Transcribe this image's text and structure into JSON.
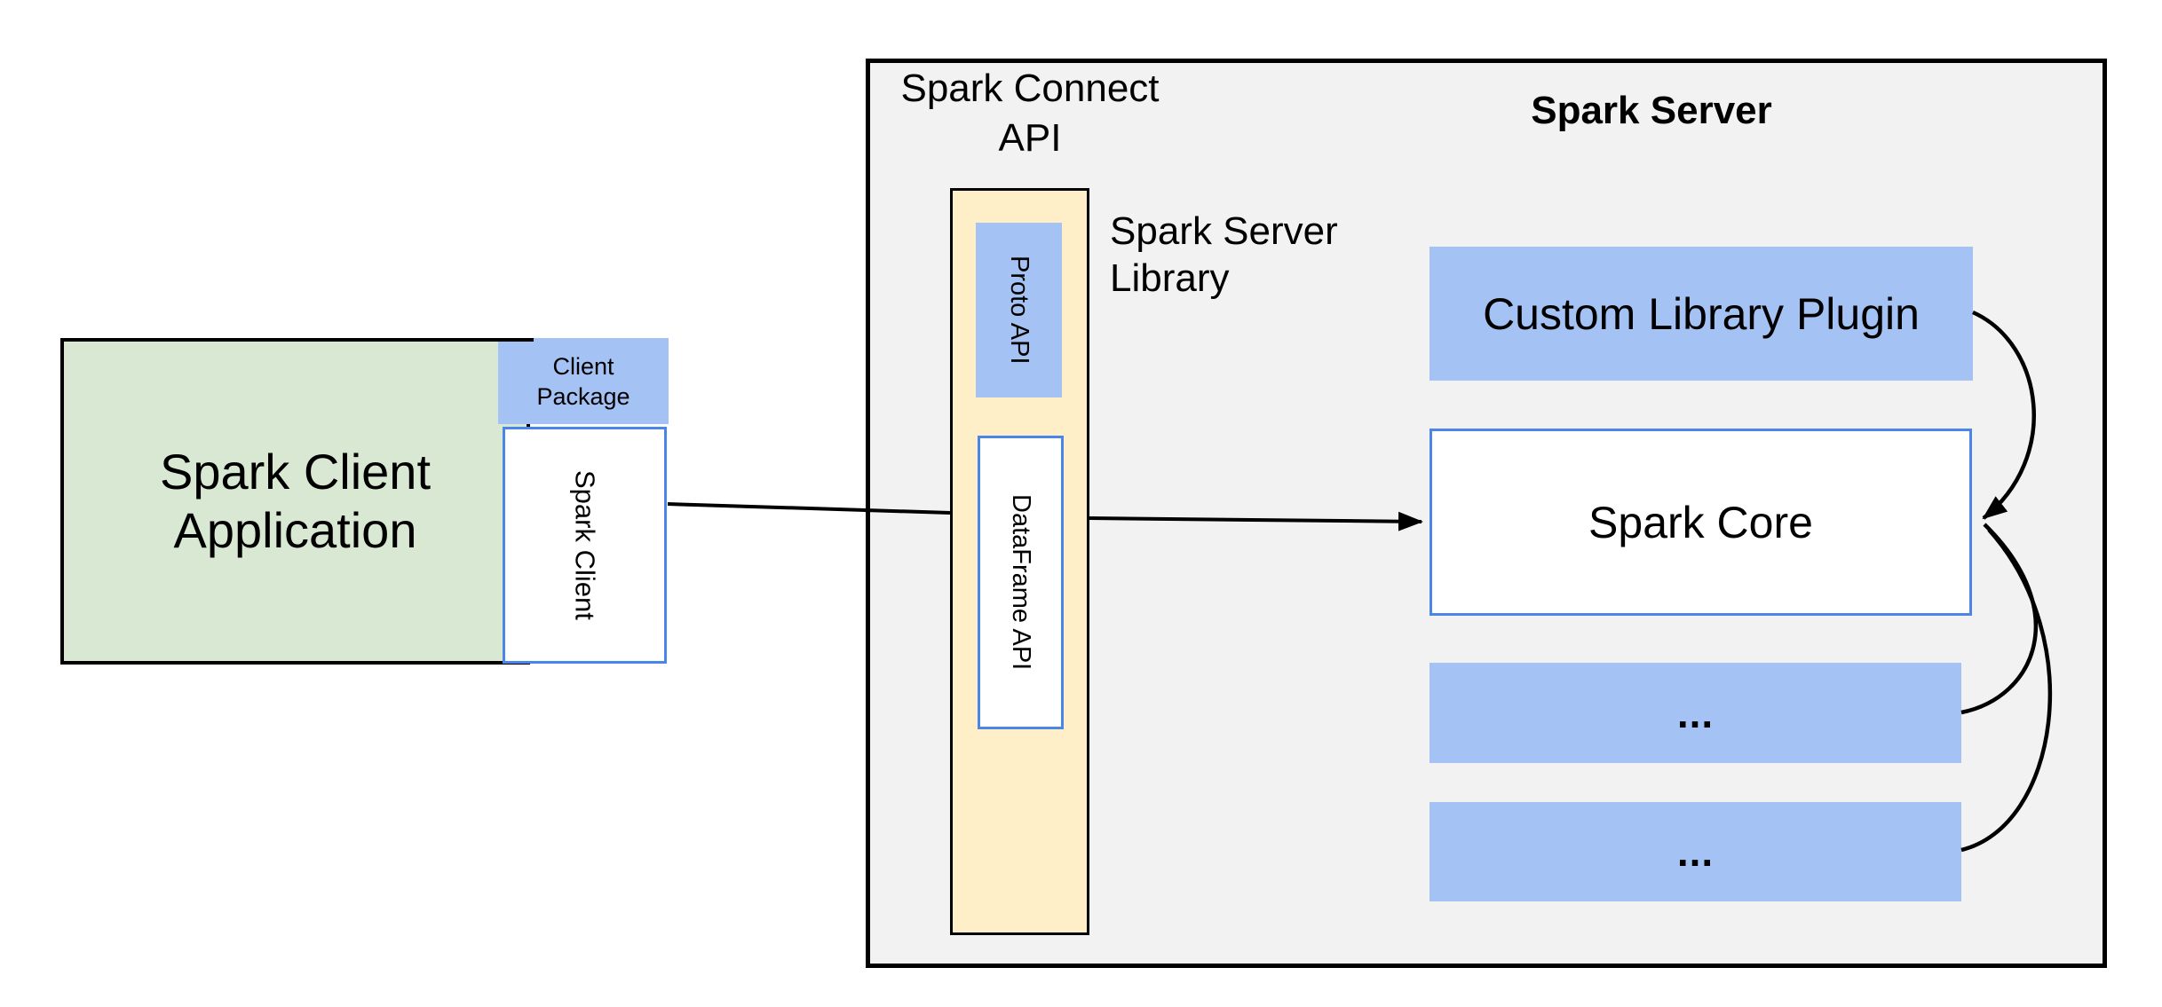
{
  "colors": {
    "green-fill": "#d9e8d2",
    "blue-fill": "#a4c2f4",
    "yellow-fill": "#feefc8",
    "panel-fill": "#f2f2f2",
    "blue-border": "#4a86e8",
    "line-color": "#000000"
  },
  "client": {
    "app_line1": "Spark Client",
    "app_line2": "Application",
    "package_label": "Client Package",
    "client_label": "Spark Client"
  },
  "connect": {
    "title_line1": "Spark Connect",
    "title_line2": "API",
    "proto_label": "Proto API",
    "dataframe_label": "DataFrame API",
    "library_line1": "Spark Server",
    "library_line2": "Library"
  },
  "server": {
    "title": "Spark Server",
    "plugin_label": "Custom Library Plugin",
    "core_label": "Spark Core",
    "plugin_slot1": "...",
    "plugin_slot2": "..."
  }
}
